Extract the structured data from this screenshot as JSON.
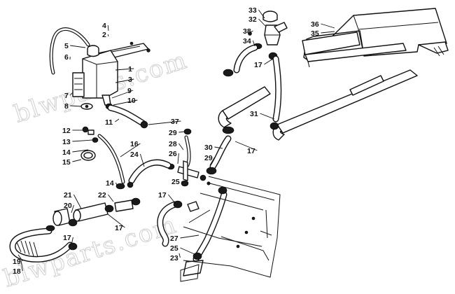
{
  "watermark": {
    "text": "blwparts.com",
    "stroke": "#cfcfcf"
  },
  "colors": {
    "line": "#111111",
    "background": "#ffffff"
  },
  "callouts": [
    {
      "label": "33"
    },
    {
      "label": "32"
    },
    {
      "label": "38"
    },
    {
      "label": "34"
    },
    {
      "label": "17"
    },
    {
      "label": "36"
    },
    {
      "label": "35"
    },
    {
      "label": "4"
    },
    {
      "label": "2"
    },
    {
      "label": "5"
    },
    {
      "label": "6"
    },
    {
      "label": "1"
    },
    {
      "label": "3"
    },
    {
      "label": "7"
    },
    {
      "label": "9"
    },
    {
      "label": "10"
    },
    {
      "label": "8"
    },
    {
      "label": "11"
    },
    {
      "label": "37"
    },
    {
      "label": "31"
    },
    {
      "label": "12"
    },
    {
      "label": "13"
    },
    {
      "label": "14"
    },
    {
      "label": "15"
    },
    {
      "label": "16"
    },
    {
      "label": "24"
    },
    {
      "label": "29"
    },
    {
      "label": "28"
    },
    {
      "label": "26"
    },
    {
      "label": "30"
    },
    {
      "label": "29"
    },
    {
      "label": "17"
    },
    {
      "label": "14"
    },
    {
      "label": "25"
    },
    {
      "label": "21"
    },
    {
      "label": "20"
    },
    {
      "label": "22"
    },
    {
      "label": "17"
    },
    {
      "label": "17"
    },
    {
      "label": "17"
    },
    {
      "label": "27"
    },
    {
      "label": "25"
    },
    {
      "label": "23"
    },
    {
      "label": "19"
    },
    {
      "label": "18"
    }
  ]
}
